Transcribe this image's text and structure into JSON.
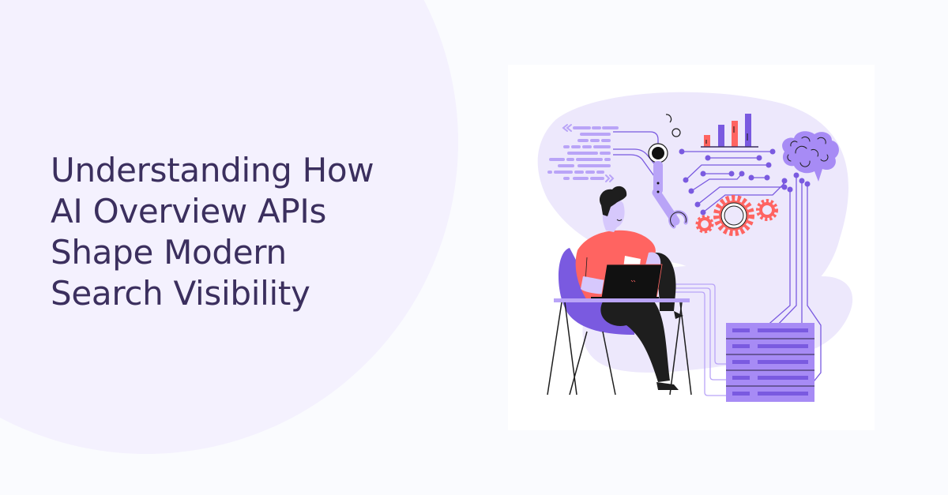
{
  "headline": {
    "lines": [
      "Understanding How",
      "AI Overview APIs",
      "Shape Modern",
      "Search Visibility"
    ]
  },
  "colors": {
    "page_background": "#FAFBFE",
    "circle_background": "#F4F1FE",
    "headline_text": "#3B2F5E",
    "card_background": "#FFFFFF",
    "blob": "#EDE8FC",
    "purple_primary": "#7A5AE0",
    "purple_light": "#B9A4F7",
    "coral": "#FF6461",
    "dark": "#1E1E1E"
  },
  "illustration": {
    "description": "Person with laptop at desk connected to AI brain, gears, robot arm, bar chart, code lines and server rack",
    "elements": [
      "code-lines",
      "robot-arm",
      "bar-chart",
      "brain",
      "gears",
      "circuit-traces",
      "person",
      "laptop",
      "desk",
      "chair",
      "server-rack"
    ]
  }
}
